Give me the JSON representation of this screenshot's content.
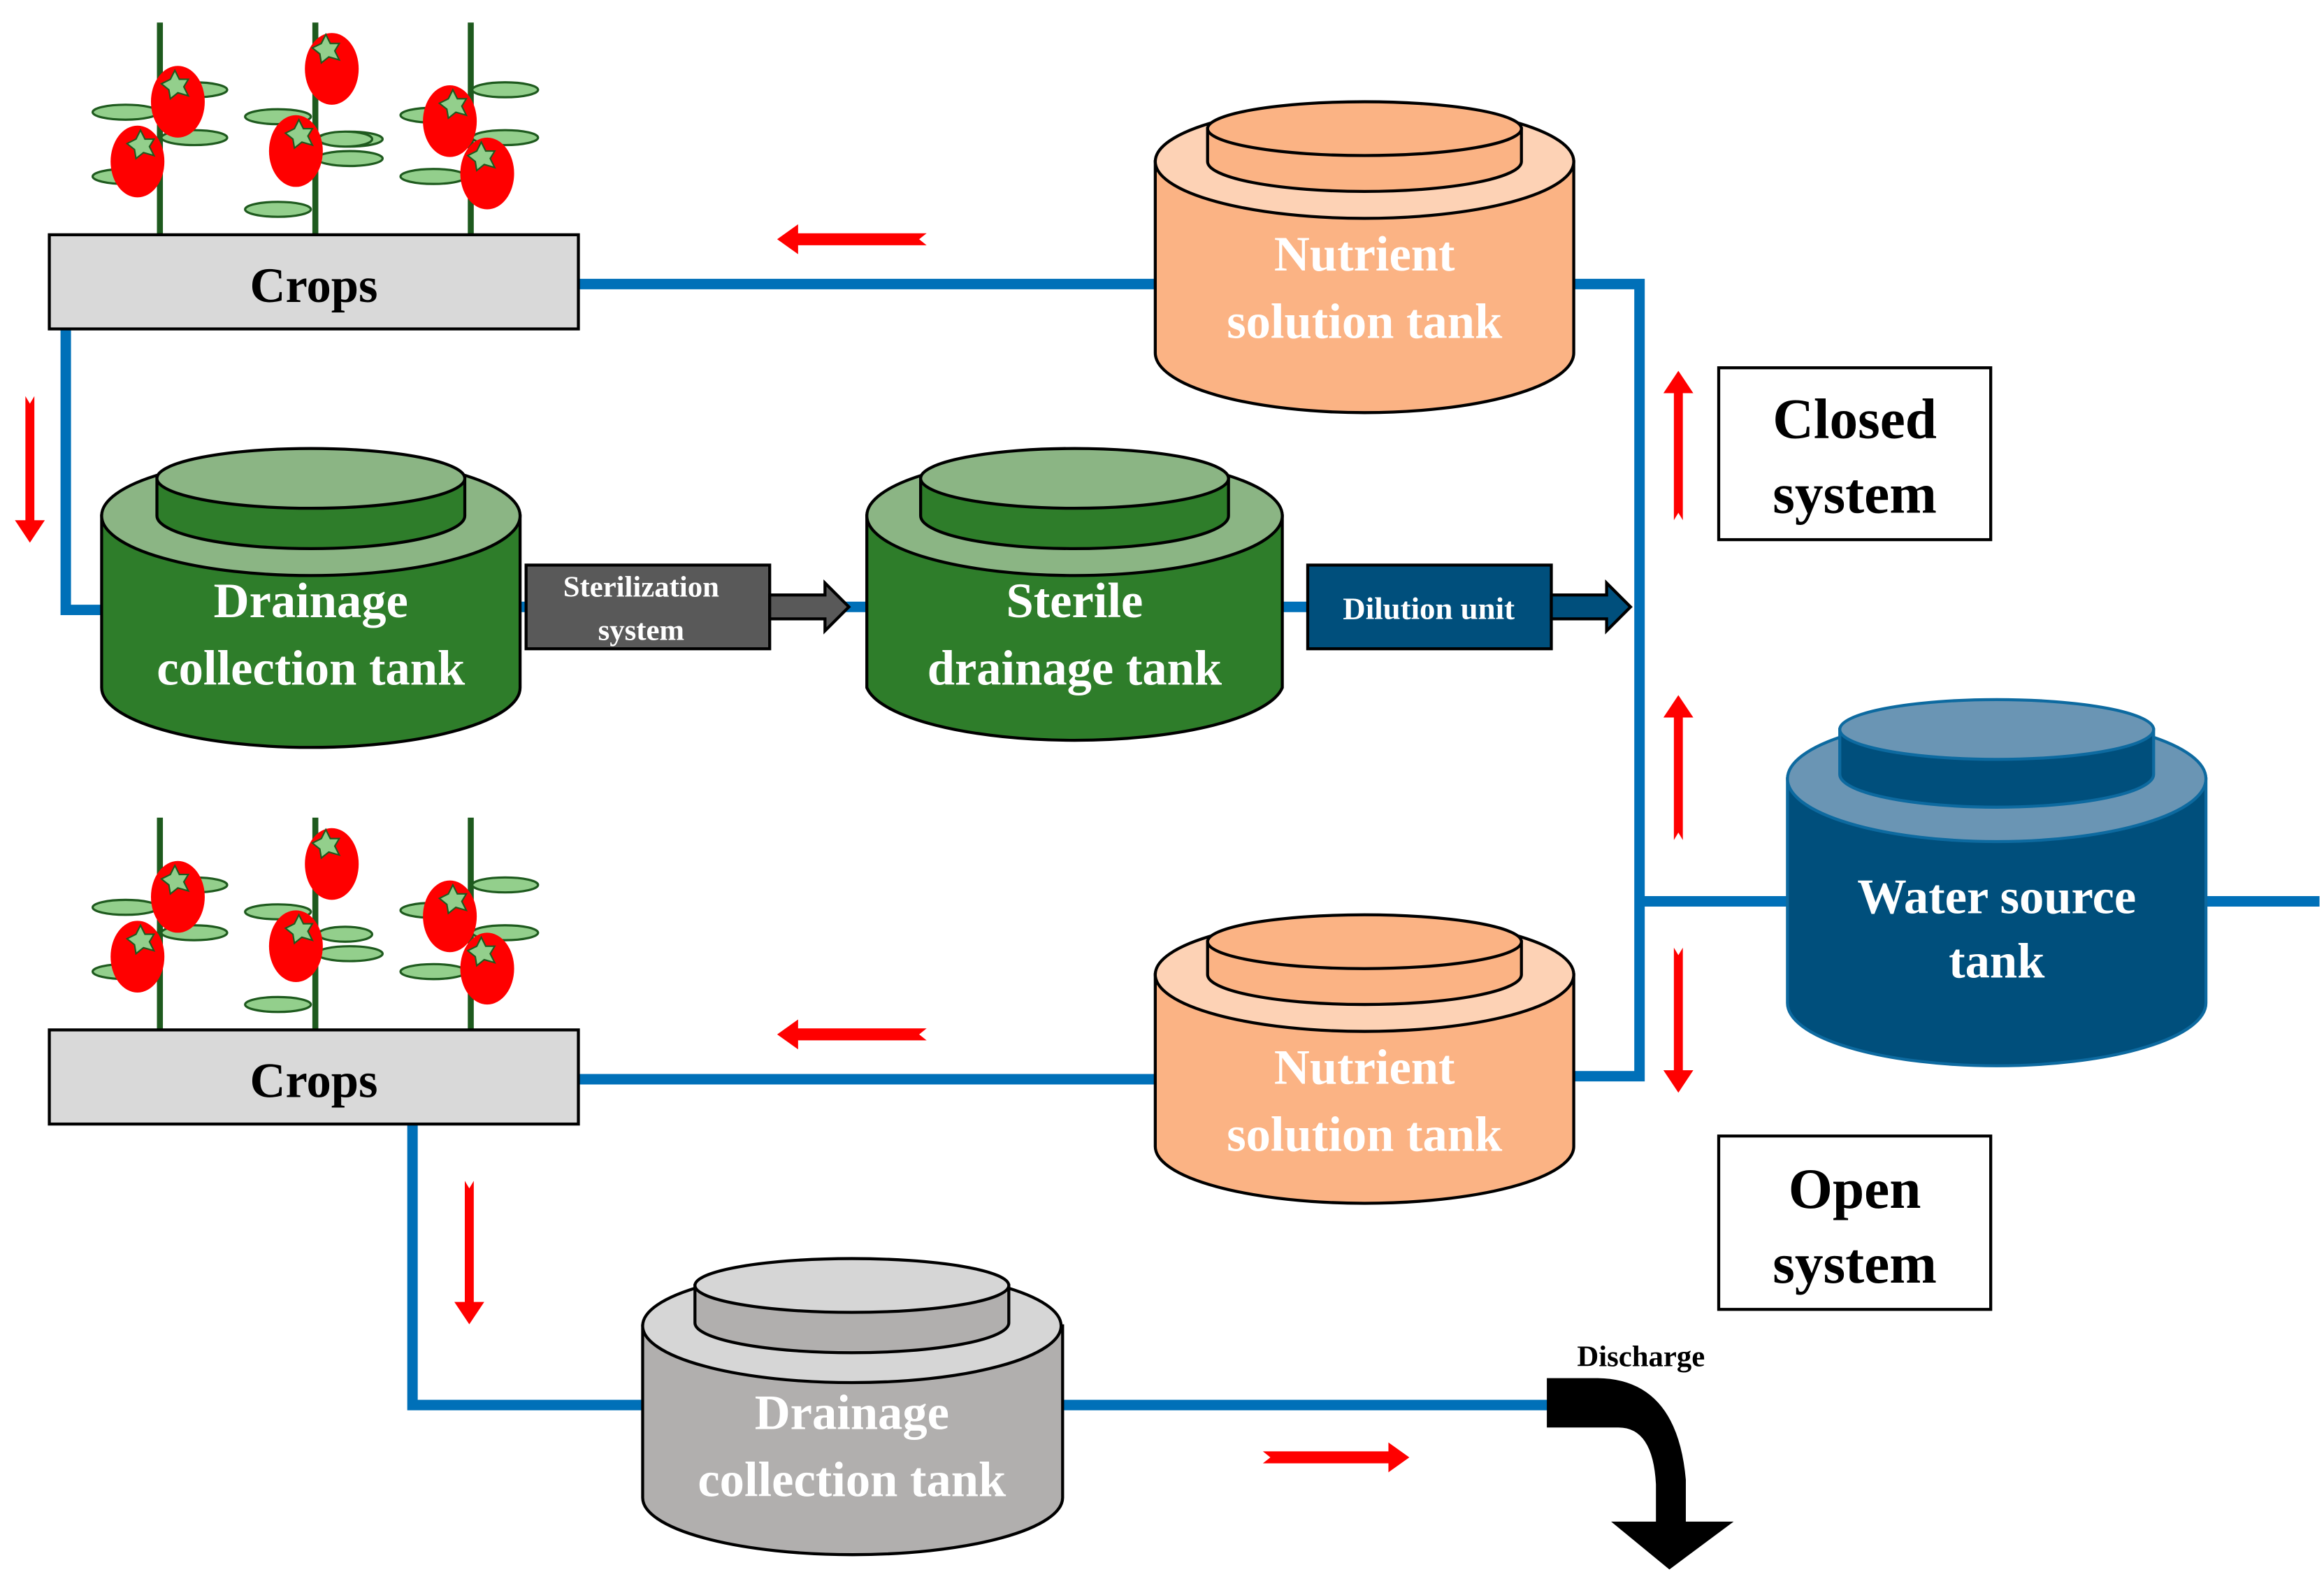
{
  "colors": {
    "pipe": "#0070b8",
    "flow_arrow": "#ff0000",
    "green_tank": "#2e7d2a",
    "green_tank_top": "#8bb584",
    "orange_tank": "#fbb384",
    "orange_tank_top": "#fdd2b5",
    "blue_tank": "#004f7c",
    "blue_tank_top": "#6a95b4",
    "gray_tank": "#b1afae",
    "gray_tank_top": "#d6d6d6",
    "crops_bed": "#d9d9d9",
    "sterilization_box": "#595959",
    "dilution_box": "#004f7c",
    "tomato": "#ff0000",
    "leaf": "#93cf8c",
    "stem": "#1e5a1e"
  },
  "closed_system": {
    "label_line1": "Closed",
    "label_line2": "system",
    "crops": "Crops",
    "drainage_tank": {
      "line1": "Drainage",
      "line2": "collection tank"
    },
    "sterilization": {
      "line1": "Sterilization",
      "line2": "system"
    },
    "sterile_tank": {
      "line1": "Sterile",
      "line2": "drainage tank"
    },
    "dilution": "Dilution unit",
    "nutrient_tank": {
      "line1": "Nutrient",
      "line2": "solution tank"
    }
  },
  "water_source": {
    "line1": "Water source",
    "line2": "tank"
  },
  "open_system": {
    "label_line1": "Open",
    "label_line2": "system",
    "crops": "Crops",
    "nutrient_tank": {
      "line1": "Nutrient",
      "line2": "solution tank"
    },
    "drainage_tank": {
      "line1": "Drainage",
      "line2": "collection tank"
    },
    "discharge": "Discharge"
  }
}
